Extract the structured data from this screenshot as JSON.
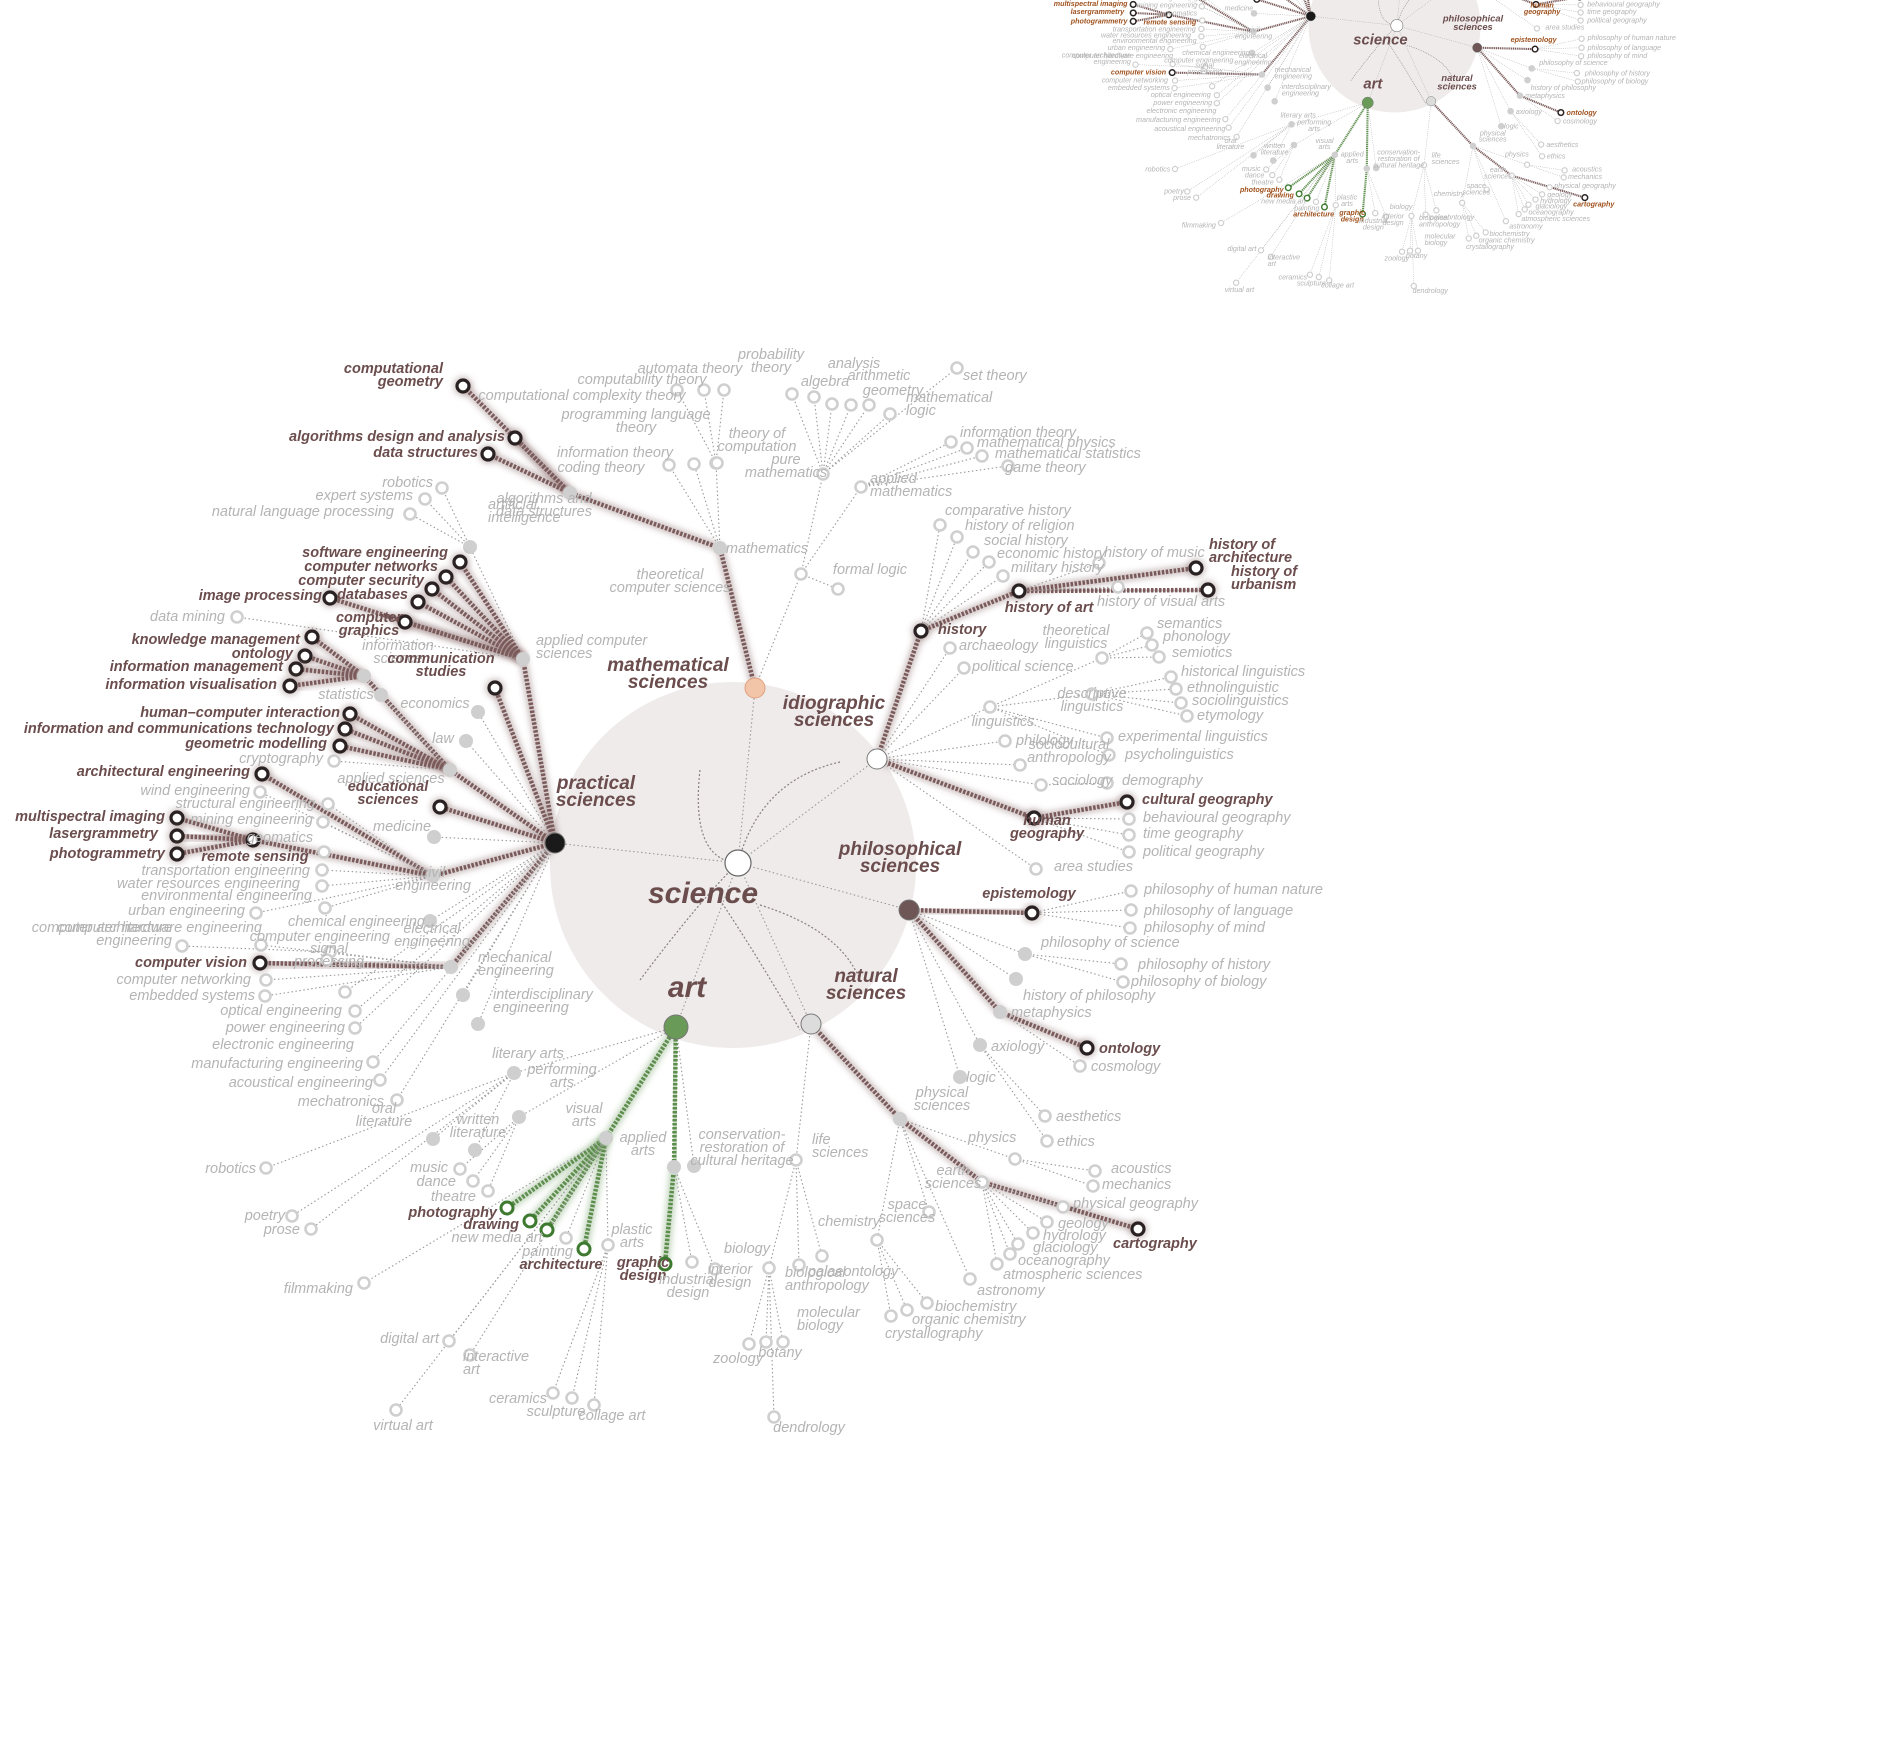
{
  "root": "science",
  "colors": {
    "background": "#ffffff",
    "disc": "#efebeb",
    "label_grey": "#b4b4b4",
    "label_dark": "#6b4d4d",
    "node_grey": "#cfcfcf",
    "highlight_brown": "#7a5a5a",
    "highlight_green": "#5e8e4e",
    "mathematical_sciences": "#f2c5a8",
    "practical_sciences": "#1a1a1a",
    "art": "#6a9a57",
    "philosophical_sciences": "#6e5656",
    "inset_highlight_text": "#a0521e"
  },
  "branches": {
    "practical_sciences": "practical\nsciences",
    "mathematical_sciences": "mathematical\nsciences",
    "idiographic_sciences": "idiographic\nsciences",
    "philosophical_sciences": "philosophical\nsciences",
    "natural_sciences": "natural\nsciences",
    "art": "art"
  },
  "topics": {
    "computational_geometry": "computational\ngeometry",
    "algorithms_design_analysis": "algorithms design and analysis",
    "data_structures": "data structures",
    "algorithms_and_data_structures": "algorithms and\ndata structures",
    "automata_theory": "automata theory",
    "computability_theory": "computability theory",
    "computational_complexity_theory": "computational complexity theory",
    "programming_language_theory": "programming language\ntheory",
    "information_theory": "information theory",
    "coding_theory": "coding theory",
    "theory_of_computation": "theory of\ncomputation",
    "theoretical_computer_sciences": "theoretical\ncomputer sciences",
    "probability_theory": "probability\ntheory",
    "algebra": "algebra",
    "analysis": "analysis",
    "arithmetic": "arithmetic",
    "geometry": "geometry",
    "set_theory": "set theory",
    "mathematical_logic": "mathematical\nlogic",
    "pure_mathematics": "pure\nmathematics",
    "applied_mathematics": "applied\nmathematics",
    "information_theory_2": "information theory",
    "mathematical_physics": "mathematical physics",
    "mathematical_statistics": "mathematical statistics",
    "game_theory": "game theory",
    "mathematics": "mathematics",
    "formal_logic": "formal logic",
    "robotics": "robotics",
    "expert_systems": "expert systems",
    "natural_language_processing": "natural language processing",
    "artificial_intelligence": "artificial\nintelligence",
    "software_engineering": "software engineering",
    "computer_networks": "computer networks",
    "computer_security": "computer security",
    "databases": "databases",
    "image_processing": "image processing",
    "data_mining": "data mining",
    "computer_graphics": "computer\ngraphics",
    "applied_computer_sciences": "applied computer\nsciences",
    "knowledge_management": "knowledge management",
    "ontology": "ontology",
    "information_management": "information management",
    "information_visualisation": "information visualisation",
    "information_science": "information\nscience",
    "communication_studies": "communication\nstudies",
    "statistics": "statistics",
    "economics": "economics",
    "law": "law",
    "hci": "human–computer interaction",
    "ict": "information and communications technology",
    "geometric_modelling": "geometric modelling",
    "cryptography": "cryptography",
    "applied_sciences": "applied sciences",
    "architectural_engineering": "architectural engineering",
    "wind_engineering": "wind engineering",
    "structural_engineering": "structural engineering",
    "mining_engineering": "mining engineering",
    "geomatics": "geomatics",
    "multispectral_imaging": "multispectral imaging",
    "lasergrammetry": "lasergrammetry",
    "photogrammetry": "photogrammetry",
    "remote_sensing": "remote sensing",
    "educational_sciences": "educational\nsciences",
    "medicine": "medicine",
    "transportation_engineering": "transportation engineering",
    "water_resources_engineering": "water resources engineering",
    "environmental_engineering": "environmental engineering",
    "civil_engineering": "civil\nengineering",
    "urban_engineering": "urban engineering",
    "chemical_engineering": "chemical engineering",
    "computer_hardware_engineering": "computer hardware engineering",
    "computer_architecture_engineering": "computer architecture\nengineering",
    "computer_engineering": "computer engineering",
    "electrical_engineering": "electrical\nengineering",
    "computer_vision": "computer vision",
    "computer_networking": "computer networking",
    "embedded_systems": "embedded systems",
    "signal_processing": "signal\nprocessing",
    "mechanical_engineering": "mechanical\nengineering",
    "optical_engineering": "optical engineering",
    "power_engineering": "power engineering",
    "electronic_engineering": "electronic engineering",
    "interdisciplinary_engineering": "interdisciplinary\nengineering",
    "manufacturing_engineering": "manufacturing engineering",
    "acoustical_engineering": "acoustical engineering",
    "mechatronics": "mechatronics",
    "comparative_history": "comparative history",
    "history_of_religion": "history of religion",
    "social_history": "social history",
    "economic_history": "economic history",
    "military_history": "military history",
    "history_of_music": "history of music",
    "history_of_architecture": "history of\narchitecture",
    "history_of_urbanism": "history of\nurbanism",
    "history_of_art": "history of art",
    "history_of_visual_arts": "history of visual arts",
    "history": "history",
    "archaeology": "archaeology",
    "political_science": "political science",
    "theoretical_linguistics": "theoretical\nlinguistics",
    "semantics": "semantics",
    "phonology": "phonology",
    "semiotics": "semiotics",
    "historical_linguistics": "historical linguistics",
    "ethnolinguistic": "ethnolinguistic",
    "sociolinguistics": "sociolinguistics",
    "etymology": "etymology",
    "descriptive_linguistics": "descriptive\nlinguistics",
    "linguistics": "linguistics",
    "philology": "philology",
    "experimental_linguistics": "experimental linguistics",
    "psycholinguistics": "psycholinguistics",
    "sociocultural_anthropology": "sociocultural\nanthropology",
    "sociology": "sociology",
    "demography": "demography",
    "cultural_geography": "cultural geography",
    "behavioural_geography": "behavioural geography",
    "time_geography": "time geography",
    "political_geography": "political geography",
    "human_geography": "human\ngeography",
    "area_studies": "area studies",
    "epistemology": "epistemology",
    "philosophy_of_human_nature": "philosophy of human nature",
    "philosophy_of_language": "philosophy of language",
    "philosophy_of_mind": "philosophy of mind",
    "philosophy_of_science": "philosophy of science",
    "philosophy_of_history": "philosophy of history",
    "philosophy_of_biology": "philosophy of biology",
    "history_of_philosophy": "history of philosophy",
    "metaphysics": "metaphysics",
    "ontology_2": "ontology",
    "cosmology": "cosmology",
    "axiology": "axiology",
    "logic": "logic",
    "aesthetics": "aesthetics",
    "ethics": "ethics",
    "physical_sciences": "physical\nsciences",
    "physics": "physics",
    "acoustics": "acoustics",
    "mechanics": "mechanics",
    "physical_geography": "physical geography",
    "earth_sciences": "earth\nsciences",
    "geology": "geology",
    "hydrology": "hydrology",
    "glaciology": "glaciology",
    "oceanography": "oceanography",
    "atmospheric_sciences": "atmospheric sciences",
    "cartography": "cartography",
    "astronomy": "astronomy",
    "space_sciences": "space\nsciences",
    "chemistry": "chemistry",
    "biochemistry": "biochemistry",
    "organic_chemistry": "organic chemistry",
    "crystallography": "crystallography",
    "life_sciences": "life\nsciences",
    "palaeontology": "palaeontology",
    "biological_anthropology": "biological\nanthropology",
    "biology": "biology",
    "molecular_biology": "molecular\nbiology",
    "zoology": "zoology",
    "botany": "botany",
    "dendrology": "dendrology",
    "literary_arts": "literary arts",
    "performing_arts": "performing\narts",
    "visual_arts": "visual\narts",
    "applied_arts": "applied\narts",
    "conservation_restoration": "conservation-\nrestoration of\ncultural heritage",
    "oral_literature": "oral\nliterature",
    "written_literature": "written\nliterature",
    "robotics_2": "robotics",
    "music": "music",
    "dance": "dance",
    "theatre": "theatre",
    "poetry": "poetry",
    "prose": "prose",
    "photography": "photography",
    "drawing": "drawing",
    "new_media_art": "new media art",
    "painting": "painting",
    "architecture": "architecture",
    "plastic_arts": "plastic\narts",
    "graphic_design": "graphic\ndesign",
    "industrial_design": "industrial\ndesign",
    "interior_design": "interior\ndesign",
    "filmmaking": "filmmaking",
    "digital_art": "digital art",
    "interactive_art": "interactive\nart",
    "ceramics": "ceramics",
    "sculpture": "sculpture",
    "collage_art": "collage art",
    "virtual_art": "virtual art"
  }
}
